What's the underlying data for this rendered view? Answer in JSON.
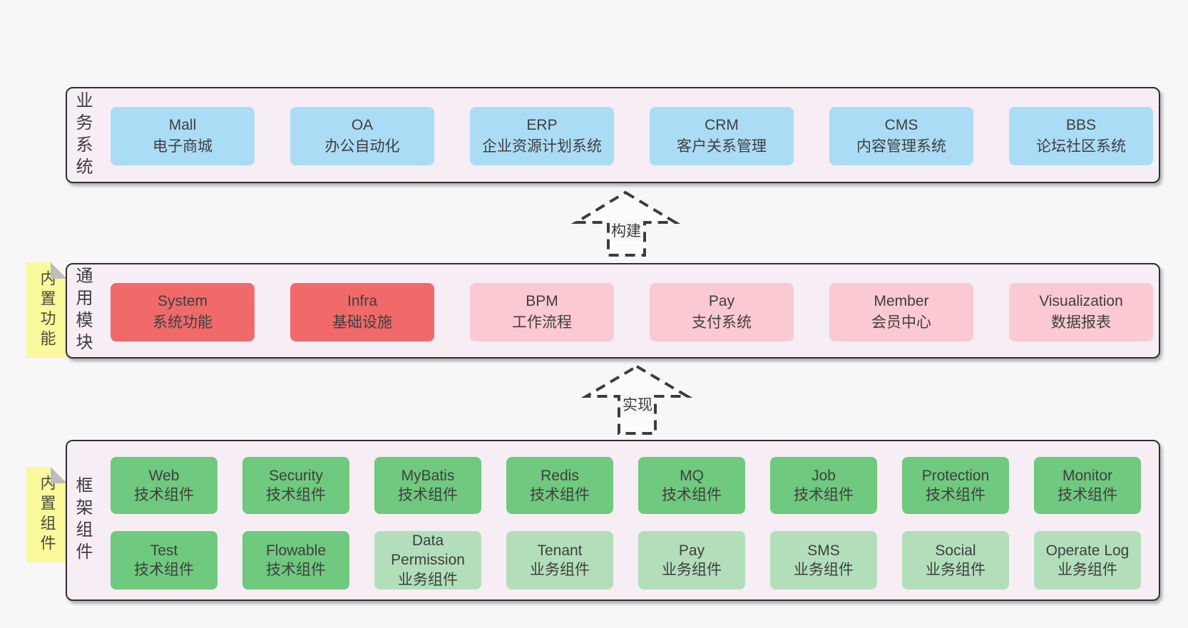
{
  "palette": {
    "page-bg": "#f7f7f7",
    "band-bg": "#f7edf5",
    "border": "#2f2f2f",
    "text": "#3f3f3f",
    "blue": "#abdcf5",
    "red": "#f06a6a",
    "pink": "#fac9d1",
    "green": "#6fc97e",
    "green-light": "#b2dfba",
    "sticky": "#fafa9d",
    "fold": "#bdbdbd"
  },
  "bands": {
    "business": {
      "label": "业务系统",
      "boxes": [
        {
          "name": "Mall",
          "sub": "电子商城",
          "variant": "blue"
        },
        {
          "name": "OA",
          "sub": "办公自动化",
          "variant": "blue"
        },
        {
          "name": "ERP",
          "sub": "企业资源计划系统",
          "variant": "blue"
        },
        {
          "name": "CRM",
          "sub": "客户关系管理",
          "variant": "blue"
        },
        {
          "name": "CMS",
          "sub": "内容管理系统",
          "variant": "blue"
        },
        {
          "name": "BBS",
          "sub": "论坛社区系统",
          "variant": "blue"
        }
      ]
    },
    "modules": {
      "label": "通用模块",
      "sticky": "内置功能",
      "boxes": [
        {
          "name": "System",
          "sub": "系统功能",
          "variant": "red"
        },
        {
          "name": "Infra",
          "sub": "基础设施",
          "variant": "red"
        },
        {
          "name": "BPM",
          "sub": "工作流程",
          "variant": "pink"
        },
        {
          "name": "Pay",
          "sub": "支付系统",
          "variant": "pink"
        },
        {
          "name": "Member",
          "sub": "会员中心",
          "variant": "pink"
        },
        {
          "name": "Visualization",
          "sub": "数据报表",
          "variant": "pink"
        }
      ]
    },
    "components": {
      "label": "框架组件",
      "sticky": "内置组件",
      "row1": [
        {
          "name": "Web",
          "sub": "技术组件",
          "variant": "green"
        },
        {
          "name": "Security",
          "sub": "技术组件",
          "variant": "green"
        },
        {
          "name": "MyBatis",
          "sub": "技术组件",
          "variant": "green"
        },
        {
          "name": "Redis",
          "sub": "技术组件",
          "variant": "green"
        },
        {
          "name": "MQ",
          "sub": "技术组件",
          "variant": "green"
        },
        {
          "name": "Job",
          "sub": "技术组件",
          "variant": "green"
        },
        {
          "name": "Protection",
          "sub": "技术组件",
          "variant": "green"
        },
        {
          "name": "Monitor",
          "sub": "技术组件",
          "variant": "green"
        }
      ],
      "row2": [
        {
          "name": "Test",
          "sub": "技术组件",
          "variant": "green"
        },
        {
          "name": "Flowable",
          "sub": "技术组件",
          "variant": "green"
        },
        {
          "name": "Data Permission",
          "sub": "业务组件",
          "variant": "green-light"
        },
        {
          "name": "Tenant",
          "sub": "业务组件",
          "variant": "green-light"
        },
        {
          "name": "Pay",
          "sub": "业务组件",
          "variant": "green-light"
        },
        {
          "name": "SMS",
          "sub": "业务组件",
          "variant": "green-light"
        },
        {
          "name": "Social",
          "sub": "业务组件",
          "variant": "green-light"
        },
        {
          "name": "Operate Log",
          "sub": "业务组件",
          "variant": "green-light"
        }
      ]
    }
  },
  "arrows": [
    {
      "label": "构建"
    },
    {
      "label": "实现"
    }
  ]
}
